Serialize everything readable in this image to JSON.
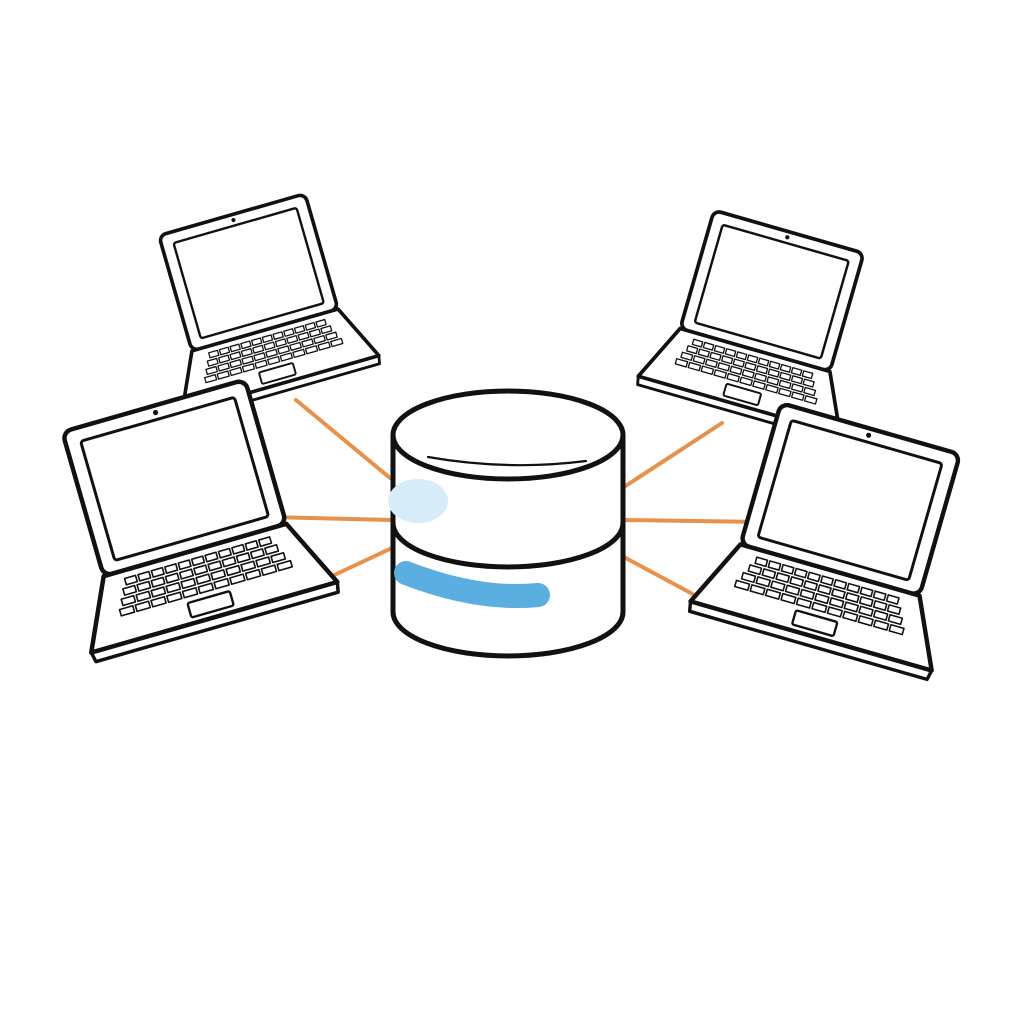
{
  "diagram": {
    "type": "network-topology",
    "center": {
      "shape": "database-cylinder",
      "icon": "database-icon",
      "accent_color": "#5aaee0",
      "highlight_color": "#d6ecf8"
    },
    "nodes": [
      {
        "icon": "laptop-icon",
        "position": "top-left"
      },
      {
        "icon": "laptop-icon",
        "position": "bottom-left"
      },
      {
        "icon": "laptop-icon",
        "position": "top-right"
      },
      {
        "icon": "laptop-icon",
        "position": "bottom-right"
      }
    ],
    "connection_color": "#e8914a",
    "outline_color": "#111111",
    "background_color": "#ffffff"
  }
}
